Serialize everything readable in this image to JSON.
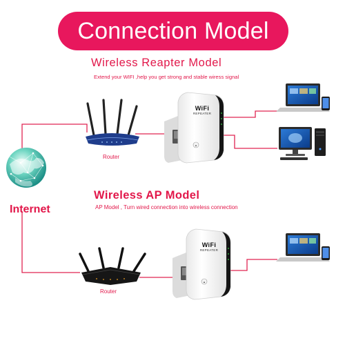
{
  "title": "Connection Model",
  "repeater_model": {
    "heading": "Wireless Reapter Model",
    "subtitle": "Extend your WIFI ,help you get strong and stable wiress signal",
    "router_label": "Router"
  },
  "ap_model": {
    "heading": "Wireless AP Model",
    "subtitle": "AP Model ,  Turn wired connection into wireless connection",
    "router_label": "Router"
  },
  "internet_label": "Internet",
  "device_label": {
    "logo": "WiFi",
    "sublabel": "REPEATER"
  },
  "colors": {
    "accent": "#e8175d",
    "connector_line": "#e02452",
    "globe": "#38b8a4"
  },
  "icons": [
    "globe-icon",
    "router-icon",
    "wifi-repeater-device",
    "laptop-icon",
    "desktop-computer-icon"
  ]
}
